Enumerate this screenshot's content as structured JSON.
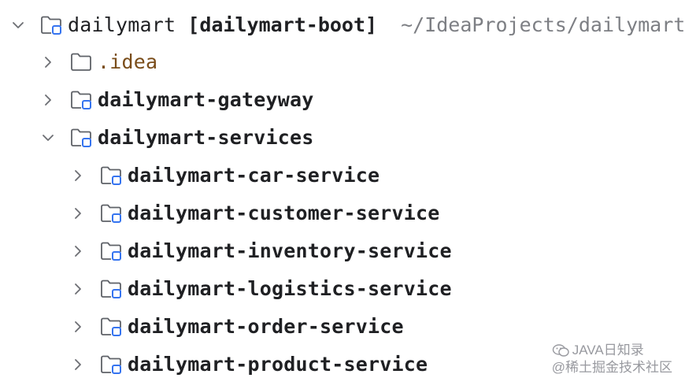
{
  "project_tree": {
    "root": {
      "name": "dailymart",
      "module": "[dailymart-boot]",
      "path": "~/IdeaProjects/dailymart-boot",
      "expanded": true
    },
    "items": [
      {
        "label": ".idea",
        "level": 1,
        "expanded": false,
        "icon": "folder-icon"
      },
      {
        "label": "dailymart-gateyway",
        "level": 1,
        "expanded": false,
        "icon": "module-folder-icon"
      },
      {
        "label": "dailymart-services",
        "level": 1,
        "expanded": true,
        "icon": "module-folder-icon"
      },
      {
        "label": "dailymart-car-service",
        "level": 2,
        "expanded": false,
        "icon": "module-folder-icon"
      },
      {
        "label": "dailymart-customer-service",
        "level": 2,
        "expanded": false,
        "icon": "module-folder-icon"
      },
      {
        "label": "dailymart-inventory-service",
        "level": 2,
        "expanded": false,
        "icon": "module-folder-icon"
      },
      {
        "label": "dailymart-logistics-service",
        "level": 2,
        "expanded": false,
        "icon": "module-folder-icon"
      },
      {
        "label": "dailymart-order-service",
        "level": 2,
        "expanded": false,
        "icon": "module-folder-icon"
      },
      {
        "label": "dailymart-product-service",
        "level": 2,
        "expanded": false,
        "icon": "module-folder-icon"
      }
    ]
  },
  "watermark": {
    "line1": "JAVA日知录",
    "line2": "@稀土掘金技术社区"
  },
  "colors": {
    "text": "#1f2023",
    "idea_text": "#7a4d1a",
    "path_text": "#7d7f84",
    "folder_outline": "#5f6268",
    "module_badge": "#3574f0"
  }
}
